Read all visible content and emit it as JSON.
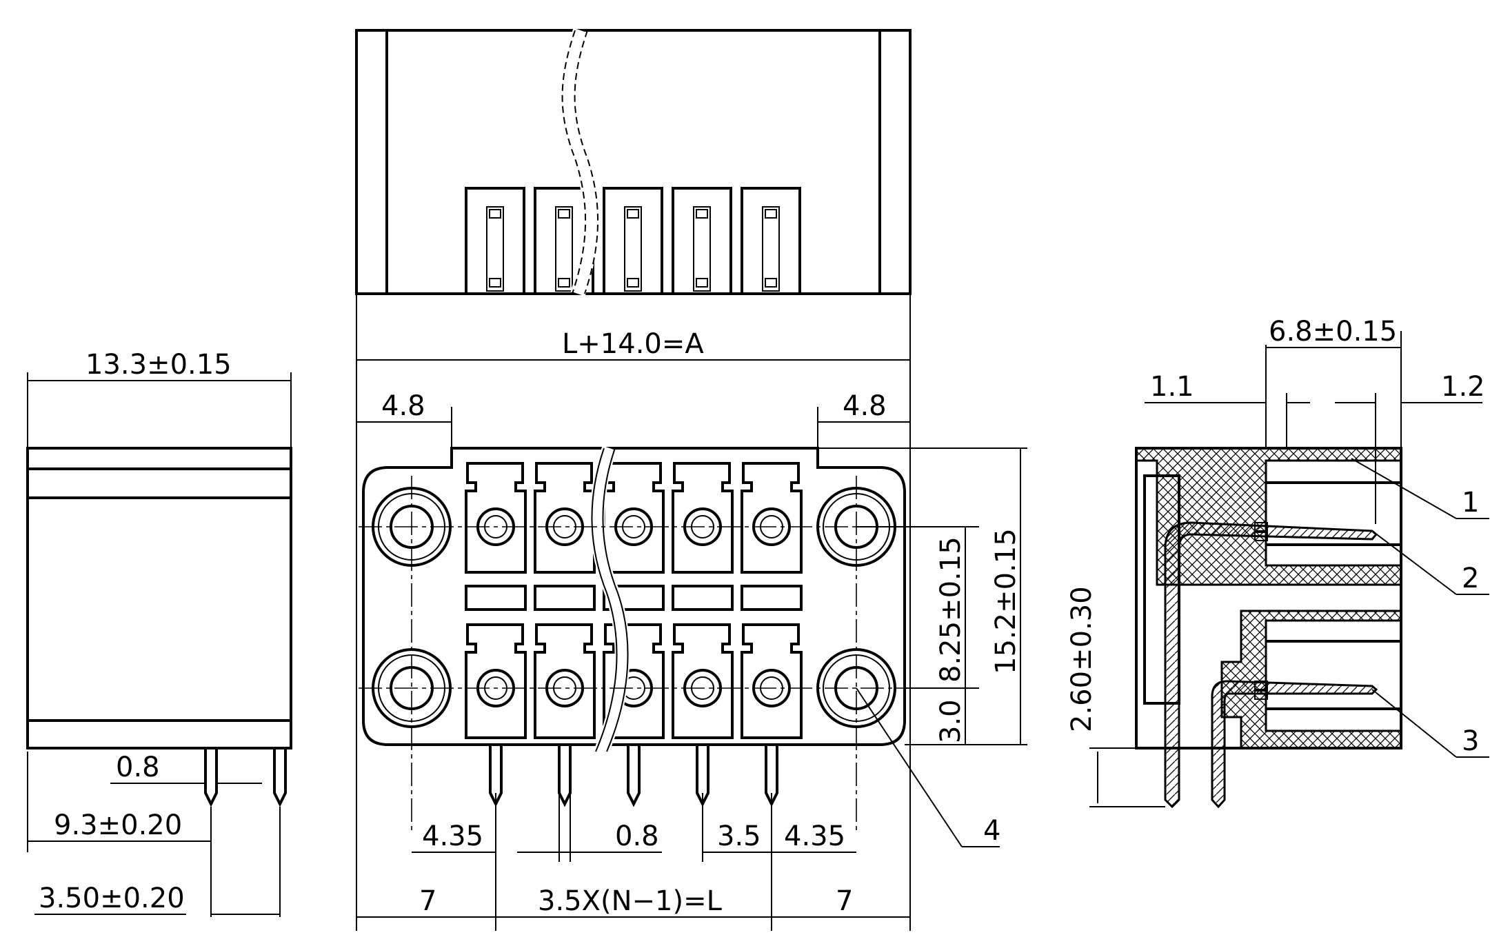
{
  "drawing": {
    "views": [
      "top-view",
      "front-view",
      "left-side-view",
      "right-section-view"
    ],
    "labels": {
      "overall_length": "L+14.0=A",
      "end_offset_left": "4.8",
      "end_offset_right": "4.8",
      "depth": "13.3±0.15",
      "pin_width": "0.8",
      "pin_length": "9.3±0.20",
      "pin_offset": "3.50±0.20",
      "pitch_from_mount_left": "4.35",
      "pin_width_front": "0.8",
      "pitch": "3.5",
      "pitch_from_mount_right": "4.35",
      "end_left": "7",
      "pitch_length": "3.5X(N−1)=L",
      "end_right": "7",
      "row_spacing": "8.25±0.15",
      "height": "15.2±0.15",
      "bottom_offset": "3.0",
      "section_width": "6.8±0.15",
      "section_left": "1.1",
      "section_right": "1.2",
      "standoff": "2.60±0.30"
    },
    "callouts": [
      "1",
      "2",
      "3",
      "4"
    ]
  }
}
